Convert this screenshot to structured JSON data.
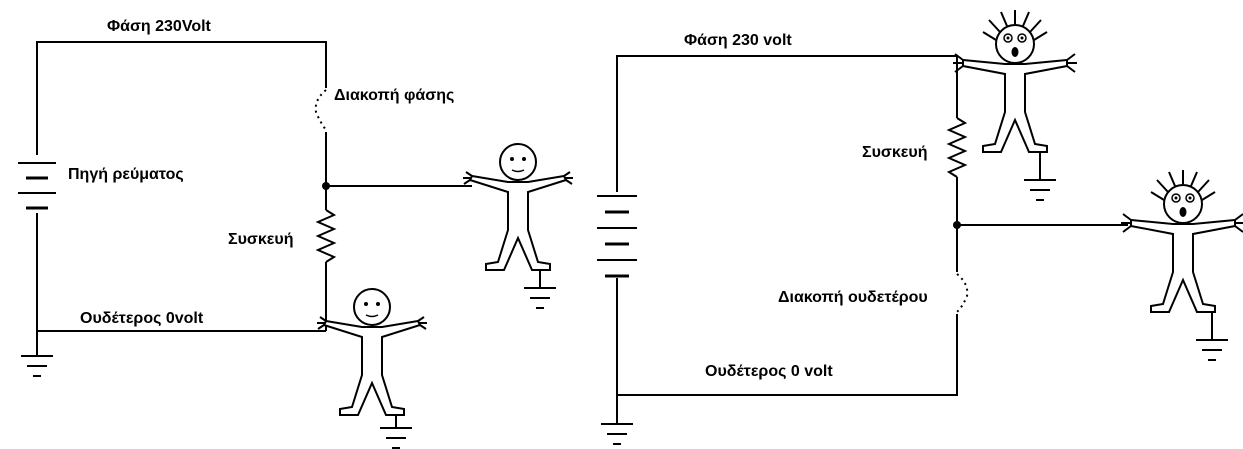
{
  "left_circuit": {
    "phase_label": "Φάση 230Volt",
    "phase_break_label": "Διακοπή φάσης",
    "source_label": "Πηγή ρεύματος",
    "device_label": "Συσκευή",
    "neutral_label": "Ουδέτερος 0volt"
  },
  "right_circuit": {
    "phase_label": "Φάση 230 volt",
    "device_label": "Συσκευή",
    "neutral_break_label": "Διακοπή ουδετέρου",
    "neutral_label": "Ουδέτερος 0 volt"
  }
}
